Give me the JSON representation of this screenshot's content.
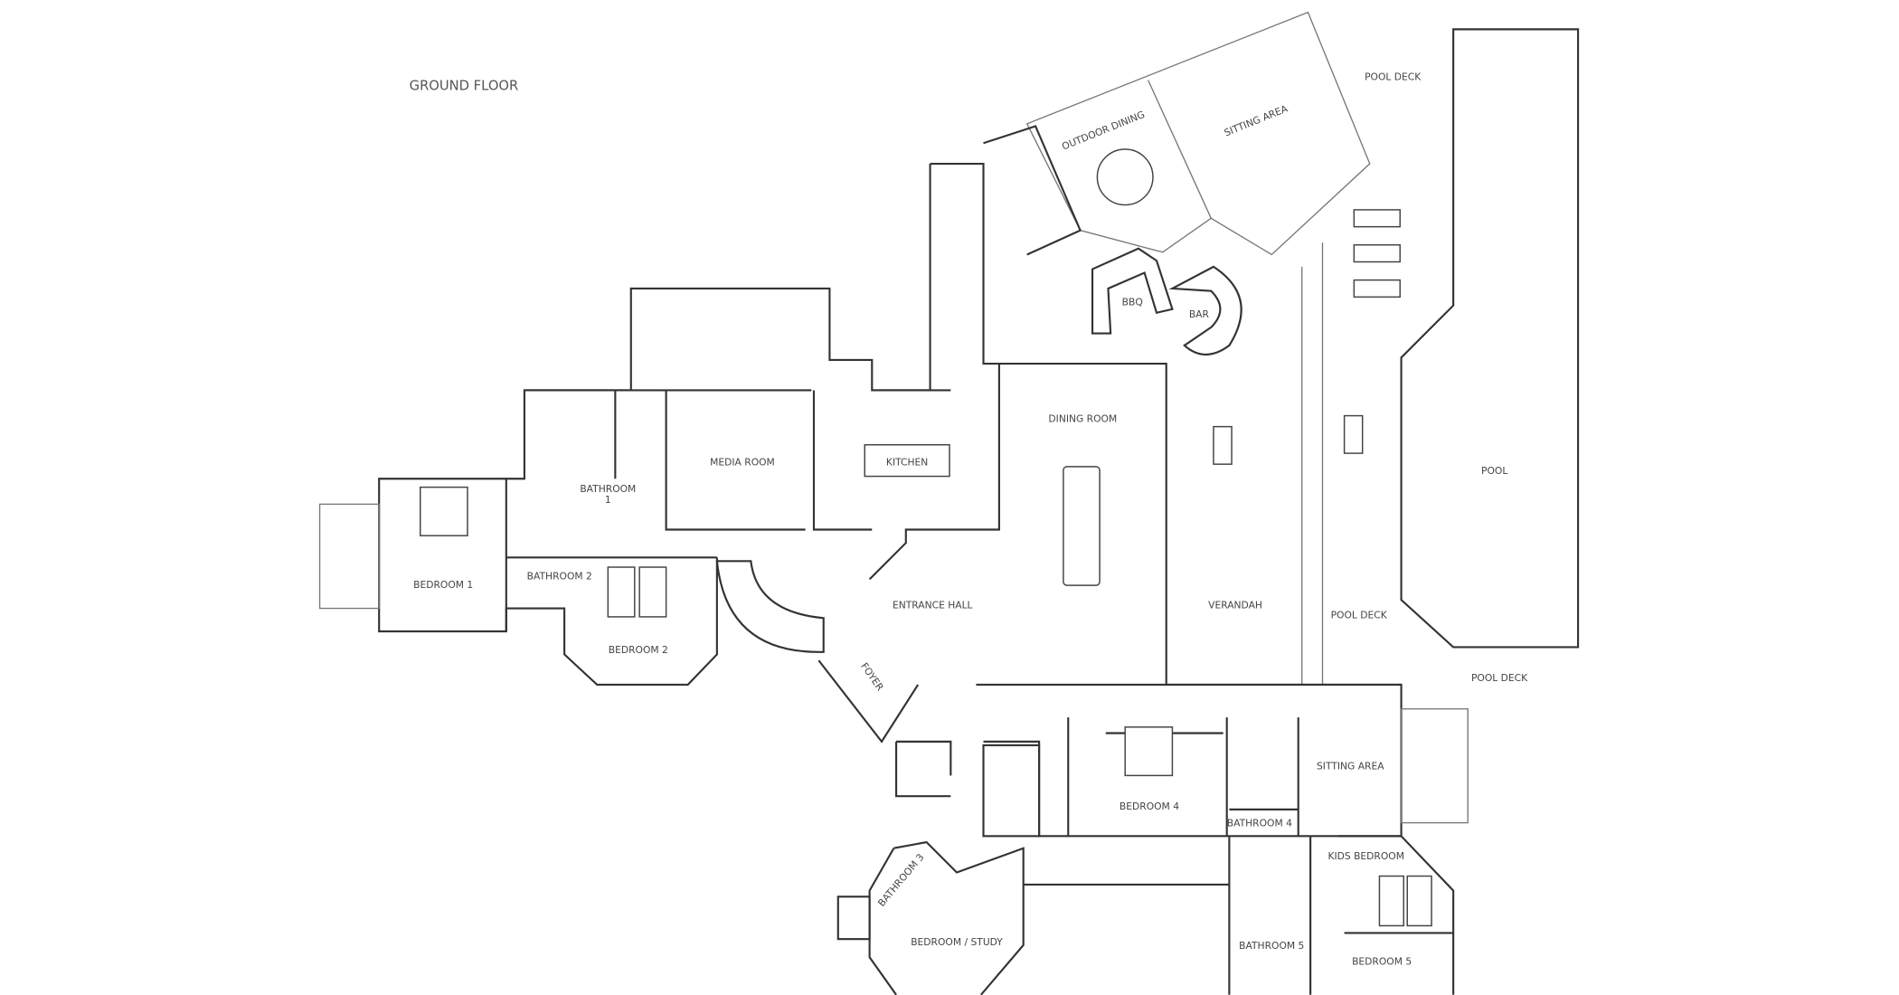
{
  "title": "GROUND FLOOR",
  "rooms": {
    "outdoor_dining": "OUTDOOR DINING",
    "sitting_area_top": "SITTING AREA",
    "pool_deck_top": "POOL DECK",
    "bbq": "BBQ",
    "bar": "BAR",
    "dining_room": "DINING ROOM",
    "media_room": "MEDIA ROOM",
    "kitchen": "KITCHEN",
    "bathroom1_a": "BATHROOM",
    "bathroom1_b": "1",
    "bedroom1": "BEDROOM 1",
    "bathroom2": "BATHROOM 2",
    "bedroom2": "BEDROOM 2",
    "entrance_hall": "ENTRANCE HALL",
    "foyer": "FOYER",
    "verandah": "VERANDAH",
    "pool": "POOL",
    "pool_deck_mid": "POOL DECK",
    "pool_deck_low": "POOL DECK",
    "bedroom4": "BEDROOM 4",
    "bathroom4": "BATHROOM 4",
    "sitting_area": "SITTING AREA",
    "kids_bedroom": "KIDS BEDROOM",
    "bathroom3": "BATHROOM 3",
    "bedroom_study": "BEDROOM / STUDY",
    "bathroom5": "BATHROOM 5",
    "bedroom5": "BEDROOM 5"
  }
}
